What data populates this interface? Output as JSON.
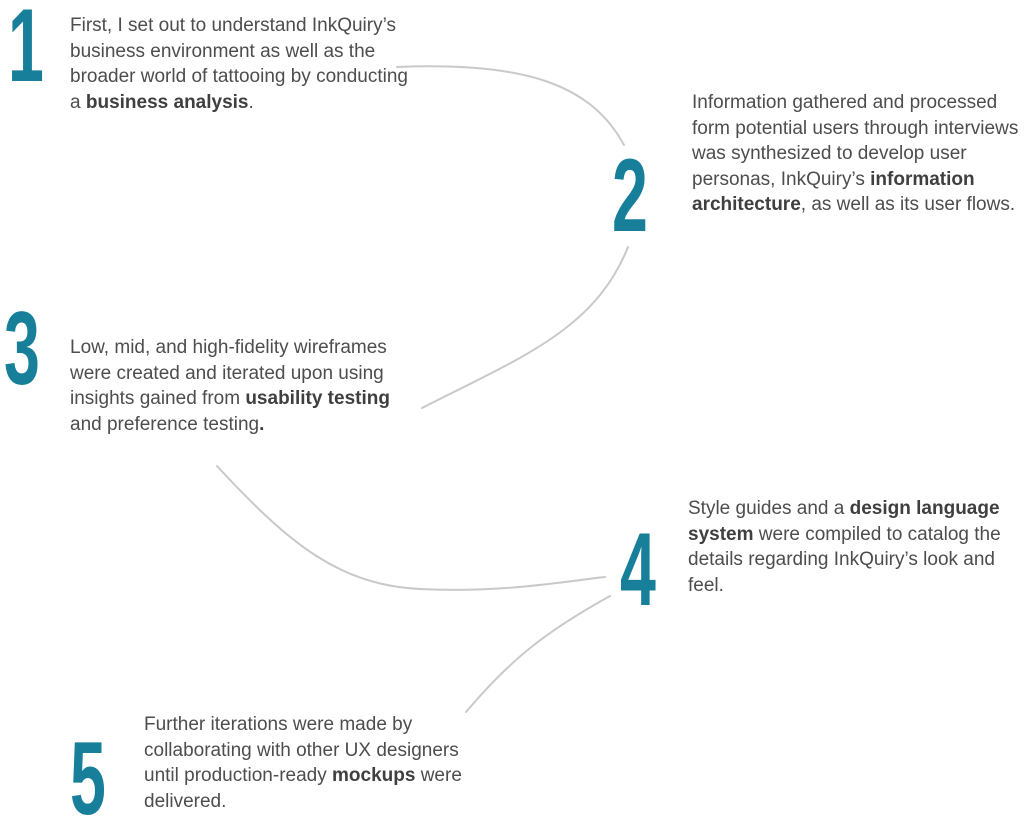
{
  "colors": {
    "accent": "#187f9a",
    "connector": "#c9c9c9",
    "text": "#4d4d4d"
  },
  "steps": [
    {
      "number": "1",
      "before": "First, I set out to understand InkQuiry’s business environment as well as the broader world of tattooing by conducting a ",
      "bold": "business analysis",
      "after": "."
    },
    {
      "number": "2",
      "before": "Information gathered and processed form potential users through interviews was synthesized to develop user personas, InkQuiry’s ",
      "bold": "information architecture",
      "after": ", as well as its user flows."
    },
    {
      "number": "3",
      "before": "Low, mid, and high-fidelity wireframes were created and iterated upon using insights gained from ",
      "bold": "usability testing",
      "middle": " and  preference testing",
      "bold2": ".",
      "after": ""
    },
    {
      "number": "4",
      "before": "Style guides and a ",
      "bold": "design language system",
      "after": " were compiled to catalog the details regarding InkQuiry’s look and feel."
    },
    {
      "number": "5",
      "before": "Further iterations were made by collaborating with other UX designers until production-ready ",
      "bold": "mockups",
      "after": " were delivered."
    }
  ]
}
